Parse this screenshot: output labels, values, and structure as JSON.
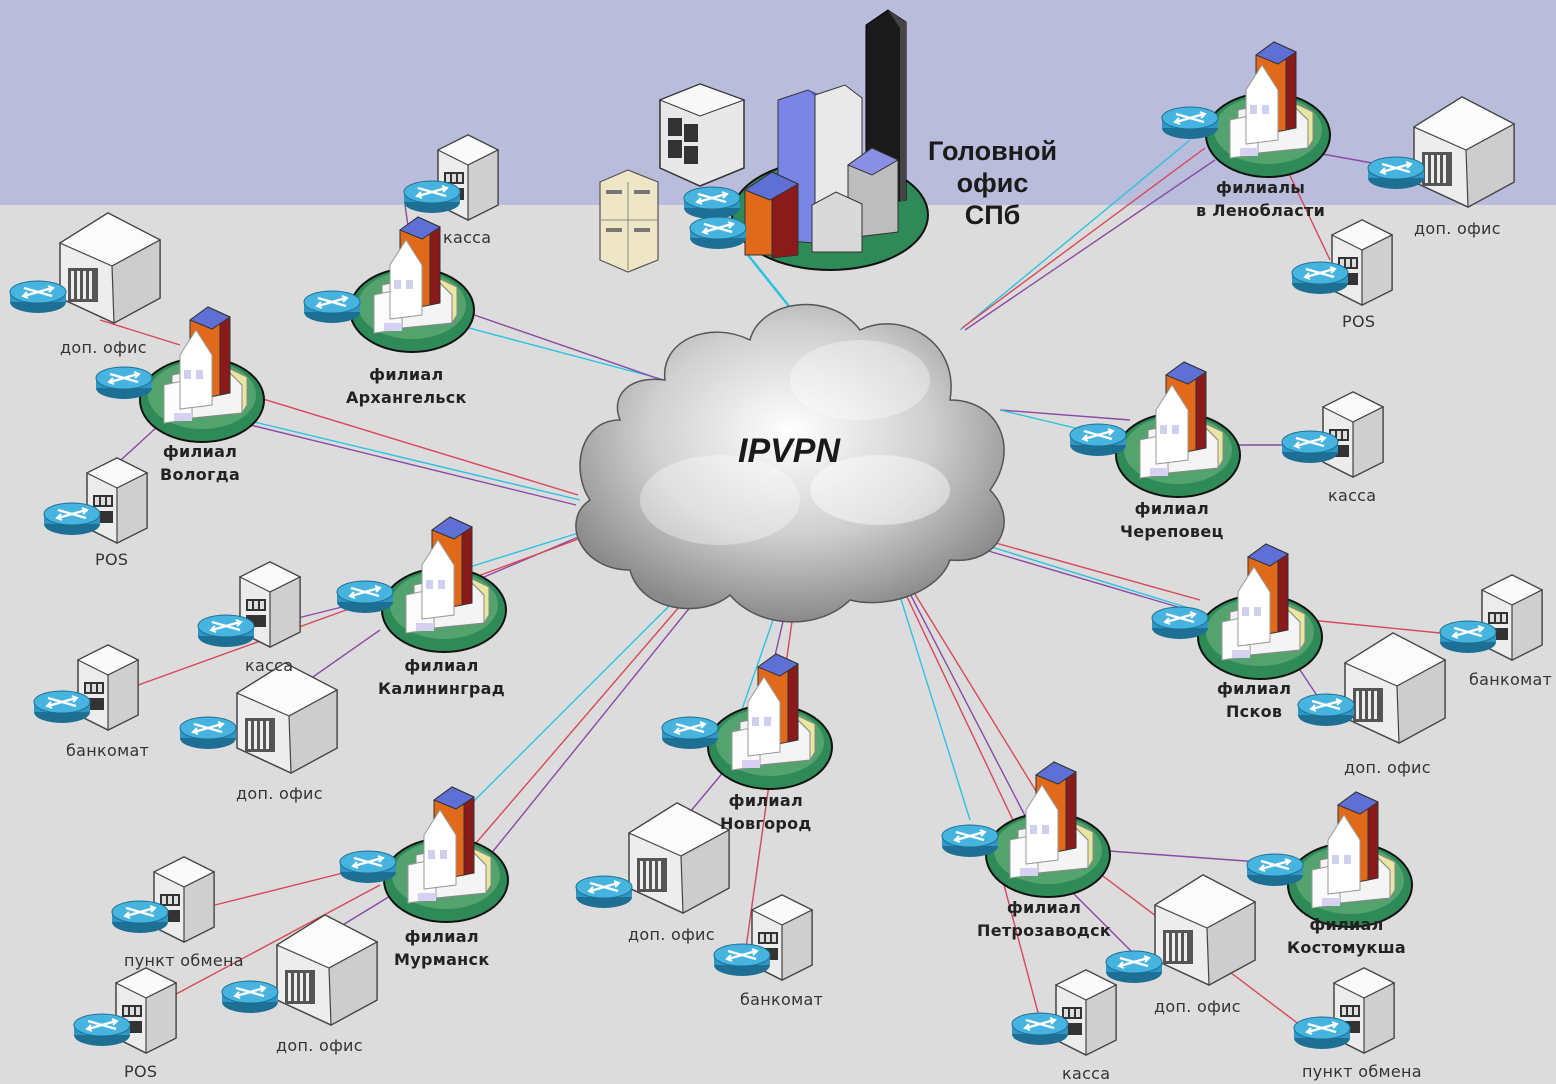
{
  "network": {
    "cloud_label": "IPVPN",
    "hq": {
      "lines": [
        "Головной",
        "офис",
        "СПб"
      ]
    },
    "branches": [
      {
        "id": "len",
        "lines": [
          "филиалы",
          "в Ленобласти"
        ]
      },
      {
        "id": "arh",
        "lines": [
          "филиал",
          "Архангельск"
        ]
      },
      {
        "id": "vol",
        "lines": [
          "филиал",
          "Вологда"
        ]
      },
      {
        "id": "che",
        "lines": [
          "филиал",
          "Череповец"
        ]
      },
      {
        "id": "kal",
        "lines": [
          "филиал",
          "Калининград"
        ]
      },
      {
        "id": "psk",
        "lines": [
          "филиал",
          "Псков"
        ]
      },
      {
        "id": "nov",
        "lines": [
          "филиал",
          "Новгород"
        ]
      },
      {
        "id": "mur",
        "lines": [
          "филиал",
          "Мурманск"
        ]
      },
      {
        "id": "pet",
        "lines": [
          "филиал",
          "Петрозаводск"
        ]
      },
      {
        "id": "kos",
        "lines": [
          "филиал",
          "Костомукша"
        ]
      }
    ],
    "sites": [
      {
        "id": "len-office",
        "text": "доп. офис"
      },
      {
        "id": "len-pos",
        "text": "POS"
      },
      {
        "id": "arh-kassa",
        "text": "касса"
      },
      {
        "id": "vol-office",
        "text": "доп. офис"
      },
      {
        "id": "vol-pos",
        "text": "POS"
      },
      {
        "id": "che-kassa",
        "text": "касса"
      },
      {
        "id": "kal-kassa",
        "text": "касса"
      },
      {
        "id": "kal-atm",
        "text": "банкомат"
      },
      {
        "id": "kal-office",
        "text": "доп. офис"
      },
      {
        "id": "psk-atm",
        "text": "банкомат"
      },
      {
        "id": "psk-office",
        "text": "доп. офис"
      },
      {
        "id": "nov-office",
        "text": "доп. офис"
      },
      {
        "id": "nov-atm",
        "text": "банкомат"
      },
      {
        "id": "mur-exch",
        "text": "пункт обмена"
      },
      {
        "id": "mur-pos",
        "text": "POS"
      },
      {
        "id": "mur-office",
        "text": "доп. офис"
      },
      {
        "id": "pet-kassa",
        "text": "касса"
      },
      {
        "id": "pet-office",
        "text": "доп. офис"
      },
      {
        "id": "pet-exch",
        "text": "пункт обмена"
      }
    ],
    "link_colors": {
      "cyan": "#2bc3e0",
      "red": "#d9475a",
      "purple": "#8a4aa6"
    },
    "colors": {
      "top_band": "#b9bcdb",
      "background": "#dcdcdc",
      "router": "#2f97c4",
      "island": "#2e8b57",
      "tower_blue": "#5e6fd6",
      "tower_orange": "#e06a1a",
      "tower_red": "#8b1a1a"
    }
  }
}
